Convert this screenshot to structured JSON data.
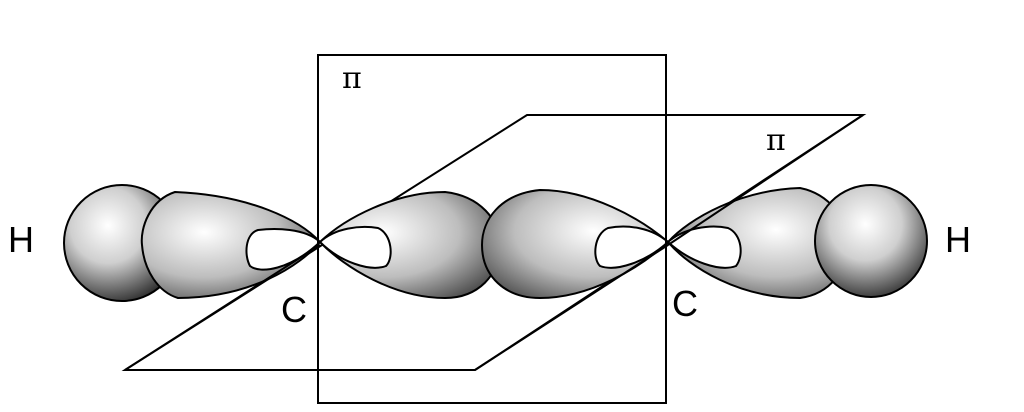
{
  "labels": {
    "h_left": "H",
    "h_right": "H",
    "c_left": "C",
    "c_right": "C",
    "pi_vertical": "π",
    "pi_horizontal": "π"
  },
  "colors": {
    "stroke": "#000000",
    "background": "#ffffff",
    "shade_light": "#ffffff",
    "shade_dark": "#333333"
  }
}
